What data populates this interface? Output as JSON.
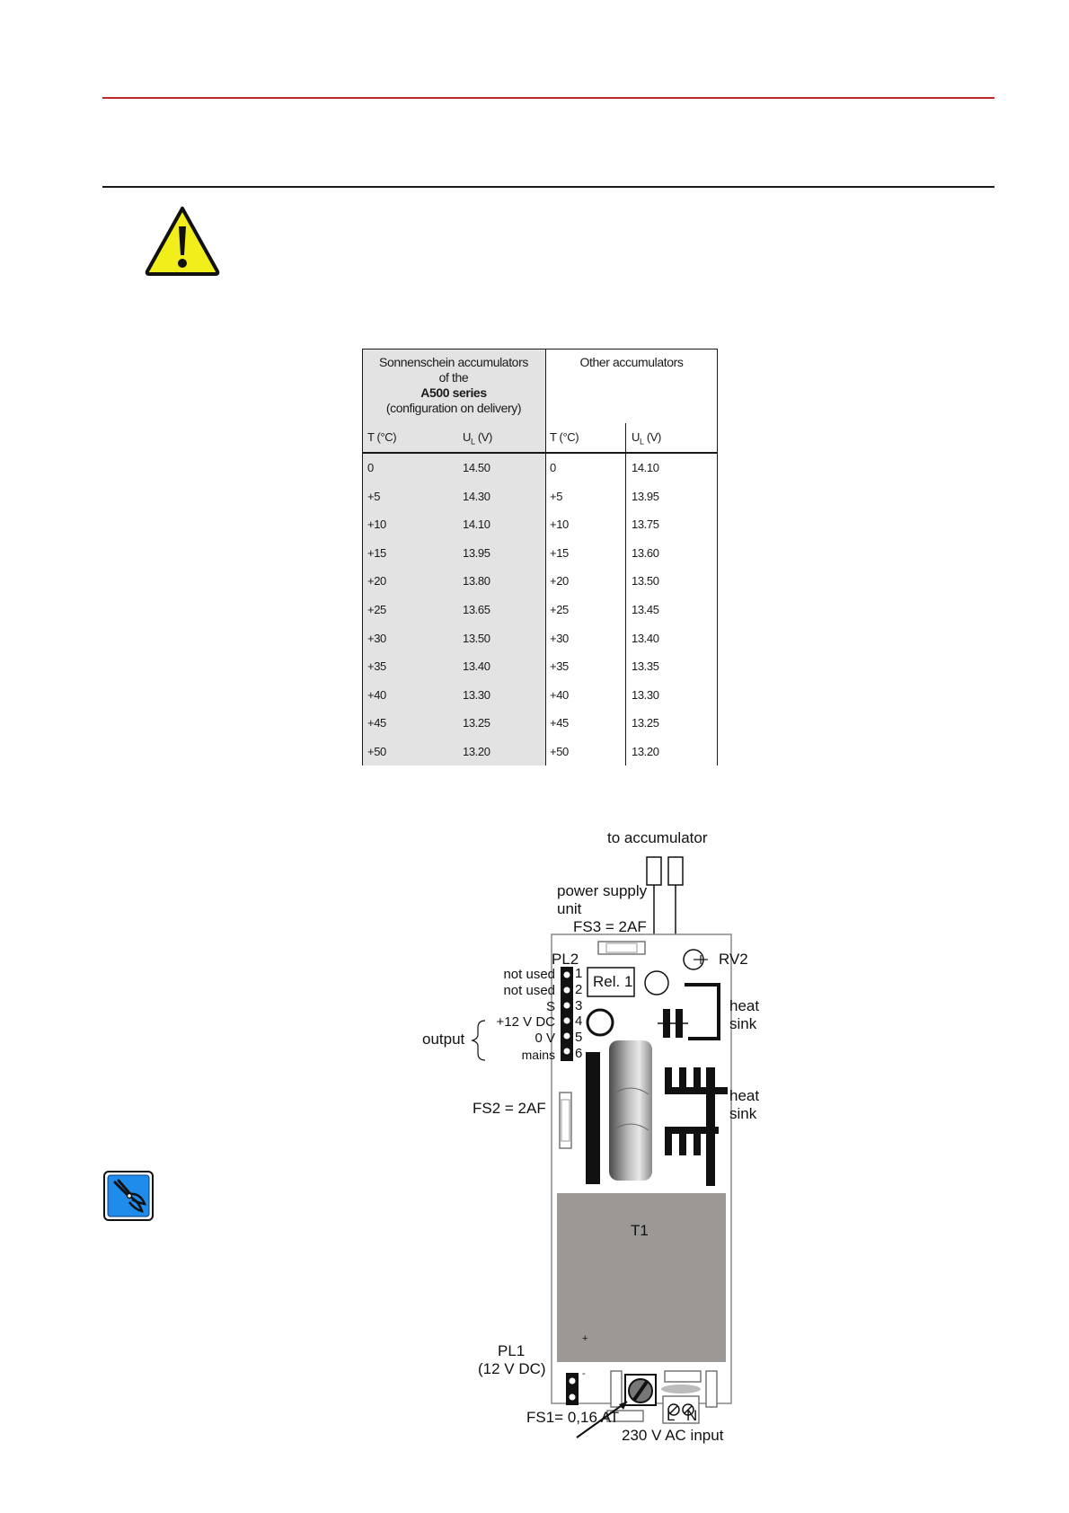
{
  "table": {
    "group_left": [
      "Sonnenschein accumulators",
      "of the",
      "A500 series",
      "(configuration on delivery)"
    ],
    "group_right": "Other accumulators",
    "col_headers": [
      "T (°C)",
      "U",
      "(V)",
      "T (°C)",
      "U",
      "(V)"
    ],
    "u_subscript": "L",
    "rows": [
      [
        "0",
        "14.50",
        "0",
        "14.10"
      ],
      [
        "+5",
        "14.30",
        "+5",
        "13.95"
      ],
      [
        "+10",
        "14.10",
        "+10",
        "13.75"
      ],
      [
        "+15",
        "13.95",
        "+15",
        "13.60"
      ],
      [
        "+20",
        "13.80",
        "+20",
        "13.50"
      ],
      [
        "+25",
        "13.65",
        "+25",
        "13.45"
      ],
      [
        "+30",
        "13.50",
        "+30",
        "13.40"
      ],
      [
        "+35",
        "13.40",
        "+35",
        "13.35"
      ],
      [
        "+40",
        "13.30",
        "+40",
        "13.30"
      ],
      [
        "+45",
        "13.25",
        "+45",
        "13.25"
      ],
      [
        "+50",
        "13.20",
        "+50",
        "13.20"
      ]
    ]
  },
  "diagram": {
    "to_accumulator": "to accumulator",
    "power_supply": "power supply",
    "unit": "unit",
    "fs3": "FS3 = 2AF",
    "pl2": "PL2",
    "rv2": "RV2",
    "rel1": "Rel. 1",
    "pins": [
      "not used",
      "not used",
      "S",
      "+12 V DC",
      "0 V",
      "mains"
    ],
    "pin_numbers": [
      "1",
      "2",
      "3",
      "4",
      "5",
      "6"
    ],
    "output": "output",
    "heat_sink_1": [
      "heat",
      "sink"
    ],
    "heat_sink_2": [
      "heat",
      "sink"
    ],
    "fs2": "FS2 = 2AF",
    "t1": "T1",
    "pl1": "PL1",
    "pl1_sub": "(12 V DC)",
    "plus": "+",
    "minus": "-",
    "fs1": "FS1= 0,16 AT",
    "l": "L",
    "n": "N",
    "ac_input": "230 V AC input"
  },
  "colors": {
    "rule_red": "#c0282c",
    "warning_yellow": "#f2ee1c",
    "tool_blue": "#1f8bea",
    "table_shade": "#e3e3e3",
    "transformer_gray": "#9b9896"
  },
  "icons": [
    "warning-icon",
    "pliers-icon"
  ]
}
